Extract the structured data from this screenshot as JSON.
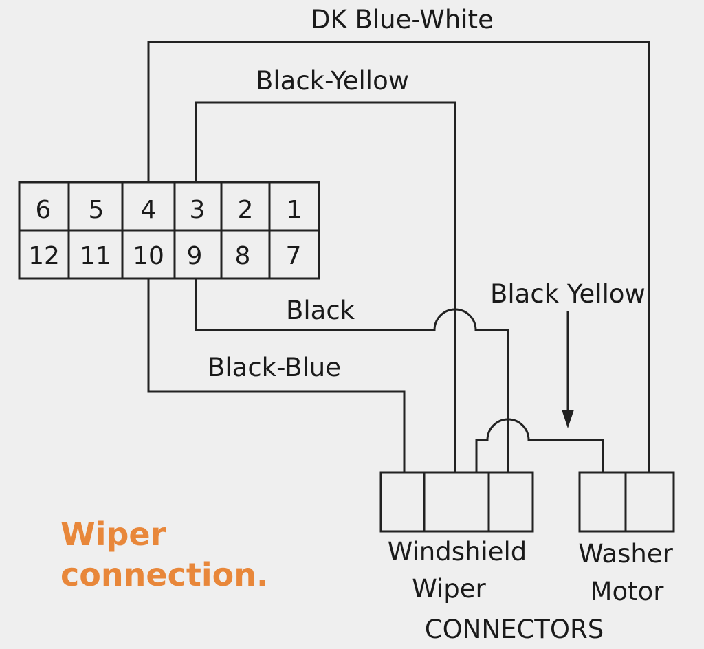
{
  "colors": {
    "background": "#efefef",
    "line": "#222222",
    "caption": "#e8873a"
  },
  "main_connector": {
    "top_row": [
      "6",
      "5",
      "4",
      "3",
      "2",
      "1"
    ],
    "bottom_row": [
      "12",
      "11",
      "10",
      "9",
      "8",
      "7"
    ]
  },
  "wires": {
    "dk_blue_white": "DK Blue-White",
    "black_yellow_top": "Black-Yellow",
    "black": "Black",
    "black_blue": "Black-Blue",
    "black_yellow_arrow": "Black Yellow"
  },
  "connectors": {
    "windshield_wiper_line1": "Windshield",
    "windshield_wiper_line2": "Wiper",
    "washer_motor_line1": "Washer",
    "washer_motor_line2": "Motor",
    "group_label": "CONNECTORS"
  },
  "caption": {
    "line1": "Wiper",
    "line2": "connection."
  }
}
